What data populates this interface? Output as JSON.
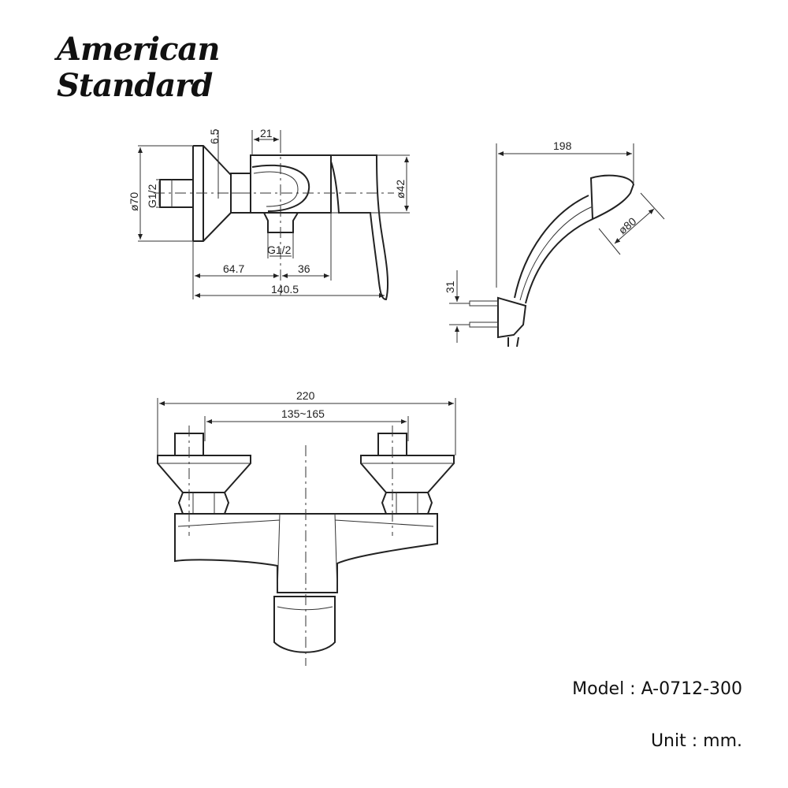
{
  "brand": {
    "line1": "American",
    "line2": "Standard"
  },
  "side_view": {
    "dim_6_5": "6.5",
    "dim_21": "21",
    "dim_d70": "ø70",
    "dim_g12_inlet": "G1/2",
    "dim_d42": "ø42",
    "dim_g12_outlet": "G1/2",
    "dim_64_7": "64.7",
    "dim_36": "36",
    "dim_140_5": "140.5"
  },
  "hand_shower": {
    "dim_198": "198",
    "dim_d80": "ø80",
    "dim_31": "31"
  },
  "front_view": {
    "dim_220": "220",
    "dim_135_165": "135~165"
  },
  "model": "Model : A-0712-300",
  "unit": "Unit : mm."
}
